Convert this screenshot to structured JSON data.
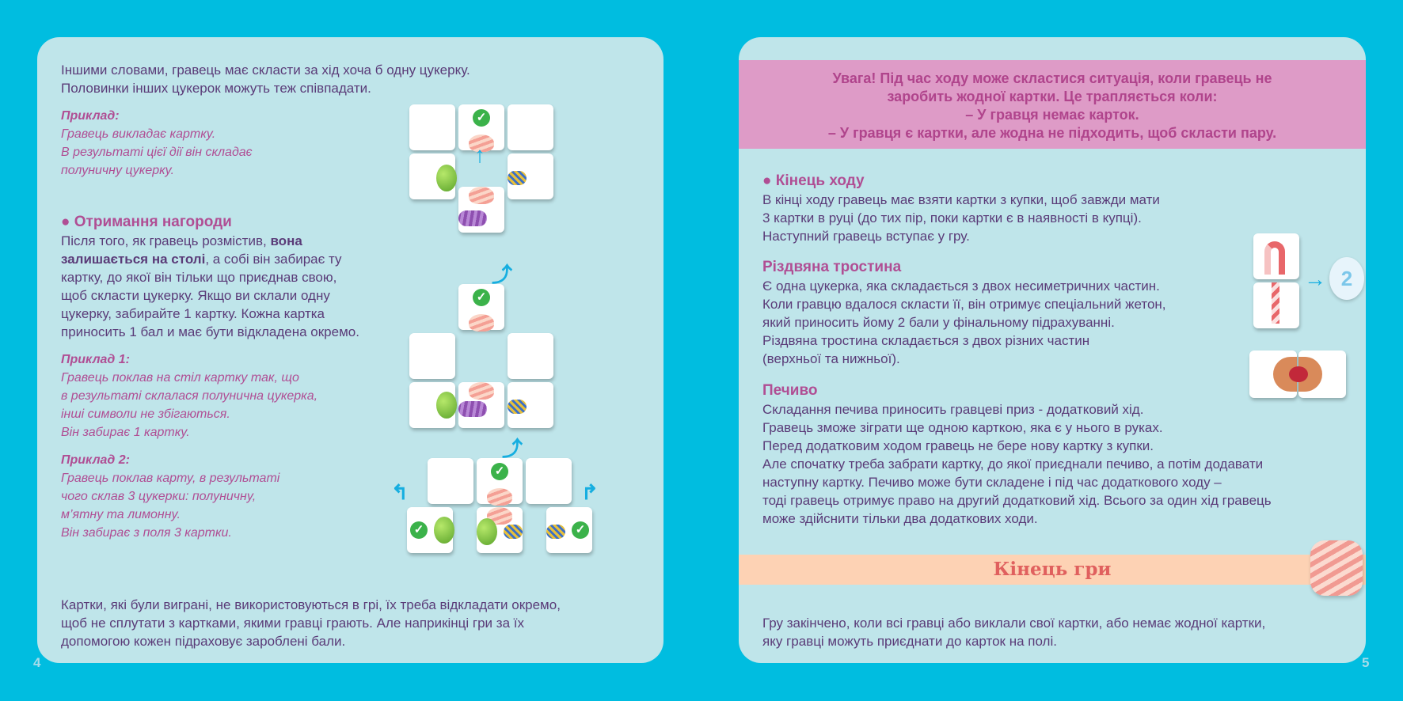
{
  "left": {
    "intro": [
      "Іншими словами, гравець має скласти за хід хоча б одну цукерку.",
      "Половинки інших цукерок можуть теж співпадати."
    ],
    "example_head": "Приклад:",
    "example_lines": [
      "Гравець викладає картку.",
      "В результаті цієї дії він складає",
      "полуничну цукерку."
    ],
    "reward_head": "● Отримання нагороди",
    "reward_lines": [
      {
        "pre": "Після того, як гравець розмістив, ",
        "bold": "вона",
        "post": ""
      },
      {
        "pre": "",
        "bold": "залишається на столі",
        "post": ", а собі він забирає ту"
      },
      {
        "pre": "картку, до якої він тільки що приєднав свою,",
        "bold": "",
        "post": ""
      },
      {
        "pre": "щоб скласти цукерку. Якщо ви склали одну",
        "bold": "",
        "post": ""
      },
      {
        "pre": "цукерку, забирайте 1 картку. Кожна картка",
        "bold": "",
        "post": ""
      },
      {
        "pre": "приносить 1 бал и має бути відкладена окремо.",
        "bold": "",
        "post": ""
      }
    ],
    "ex1_head": "Приклад 1:",
    "ex1_lines": [
      "Гравець поклав на стіл картку так, що",
      "в результаті склалася полунична цукерка,",
      "інші символи не збігаються.",
      "Він забирає 1 картку."
    ],
    "ex2_head": "Приклад 2:",
    "ex2_lines": [
      "Гравець поклав карту, в результаті",
      "чого склав 3 цукерки: полуничну,",
      "м’ятну та лимонну.",
      "Він забирає з поля 3 картки."
    ],
    "footer": [
      "Картки, які були виграні, не використовуються в грі, їх треба відкладати окремо,",
      "щоб не сплутати з картками, якими гравці грають. Але наприкінці гри за їх",
      "допомогою кожен підраховує зароблені бали."
    ],
    "page_number": "4"
  },
  "right": {
    "warning": [
      "Увага! Під час ходу може скластися ситуація, коли гравець не",
      "заробить жодної картки. Це трапляється коли:",
      "– У гравця немає карток.",
      "– У гравця є картки, але жодна не підходить, щоб скласти пару."
    ],
    "end_turn_head": "● Кінець ходу",
    "end_turn_lines": [
      "В кінці ходу гравець має взяти картки з купки, щоб завжди мати",
      "3 картки в руці (до тих пір, поки картки є в наявності в купці).",
      "Наступний гравець вступає у гру."
    ],
    "cane_head": "Різдвяна тростина",
    "cane_lines": [
      "Є одна цукерка, яка складається з двох несиметричних частин.",
      "Коли гравцю вдалося скласти її, він отримує спеціальний жетон,",
      "який приносить йому 2 бали у фінальному підрахуванні.",
      "Різдвяна тростина складається з двох різних частин",
      "(верхньої та нижньої)."
    ],
    "token_value": "2",
    "cookie_head": "Печиво",
    "cookie_lines": [
      "Складання печива приносить гравцеві приз - додатковий хід.",
      "Гравець зможе зіграти ще одною карткою, яка є у нього в руках.",
      "Перед додатковим ходом гравець не бере нову картку з купки.",
      "Але спочатку треба забрати картку, до якої приєднали печиво, а потім додавати",
      "наступну картку. Печиво може бути складене і під час додаткового ходу –",
      "тоді гравець отримує право на другий додатковий хід. Всього за один хід гравець",
      "може здійснити тільки два додаткових ходи."
    ],
    "end_game_title": "Кінець гри",
    "end_game_lines": [
      "Гру закінчено, коли всі гравці або виклали свої картки, або немає жодної картки,",
      "яку гравці можуть приєднати до карток на полі."
    ],
    "page_number": "5"
  },
  "icons": {
    "check": "✓",
    "arrow": "check-icon / curved-arrow-icon"
  },
  "colors": {
    "background": "#00bde0",
    "page": "#bfe5ea",
    "text": "#5a3b78",
    "accent": "#b04e94",
    "warning_band": "#de9bc7",
    "end_band": "#fdd2b4",
    "end_title": "#e0605e"
  }
}
